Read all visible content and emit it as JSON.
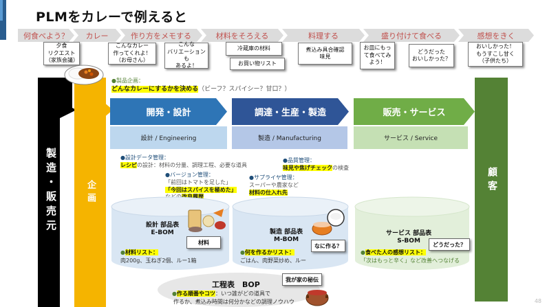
{
  "title": "PLMをカレーで例えると",
  "steps": [
    {
      "label": "何食べよう？",
      "note": "夕食\nリクエスト\n（家族会議）"
    },
    {
      "label": "カレー",
      "note": "こんなカレー\n作ってくれよ！\n（お母さん）"
    },
    {
      "label": "作り方をメモする",
      "note": "こんな\nバリエーションも\nあるよ！"
    },
    {
      "label": "材料をそろえる",
      "note": "冷蔵庫の材料",
      "note2": "お買い物リスト"
    },
    {
      "label": "料理する",
      "note": "煮込み具合確認\n味見"
    },
    {
      "label": "盛り付けて食べる",
      "note": "お皿にもっ\nて食べてみ\nよう！",
      "note2": "どうだった\nおいしかった？"
    },
    {
      "label": "感想をきく",
      "note": "おいしかった！\nもうすこし甘く\n（子供たち）"
    }
  ],
  "side_labels": {
    "manufacturer": "製造・販売元",
    "planning": "企画",
    "customer": "顧客"
  },
  "product_planning": {
    "heading": "●製品企画：",
    "highlight": "どんなカレーにするかを決める",
    "rest": "（ビーフ？スパイシー？甘口？）"
  },
  "phases": [
    {
      "label": "開発・設計",
      "sub": "設計 / Engineering",
      "color": "#2e75b6",
      "sub_color": "#bdd7ee"
    },
    {
      "label": "調達・生産・製造",
      "sub": "製造 / Manufacturing",
      "color": "#2f5597",
      "sub_color": "#b4c7e7"
    },
    {
      "label": "販売・サービス",
      "sub": "サービス / Service",
      "color": "#70ad47",
      "sub_color": "#c5e0b4"
    }
  ],
  "annotations": {
    "design_data": {
      "heading": "●設計データ管理：",
      "highlight": "レシピ",
      "rest": "の設計：材料の分量、調理工程、必要な道具"
    },
    "version": {
      "heading": "●バージョン管理：",
      "line1": "「前回はトマトを足した」",
      "highlight1": "「今回はスパイスを極めた」",
      "line3_pre": "などの",
      "highlight2": "改良履歴"
    },
    "supplier": {
      "heading": "●サプライヤ管理：",
      "line1": "スーパーや農家など",
      "highlight": "材料の仕入れ先"
    },
    "quality": {
      "heading": "●品質管理：",
      "highlight": "味見や焦げチェック",
      "rest": "の検査"
    }
  },
  "boms": {
    "ebom": {
      "title1": "設計 部品表",
      "title2": "E-BOM",
      "callout": "材料",
      "list_label": "材料リスト：",
      "list_text": "肉200g、玉ねぎ2個、ルー1箱"
    },
    "mbom": {
      "title1": "製造 部品表",
      "title2": "M-BOM",
      "callout": "なに作る？",
      "list_label": "何を作るかリスト：",
      "list_text": "ごはん、肉野菜炒め、ルー"
    },
    "sbom": {
      "title1": "サービス 部品表",
      "title2": "S-BOM",
      "callout": "どうだった？",
      "list_label": "食べた人の感想リスト：",
      "list_text": "「次はもっと辛く」など改善へつなげる"
    },
    "bop": {
      "title": "工程表　BOP",
      "callout": "我が家の秘伝",
      "label": "作る順番やコツ",
      "text1": "：いつ誰がどの道具で",
      "text2": "作るか、煮込み時間は何分かなどの調理ノウハウ"
    }
  },
  "page_number": "48",
  "icons": [
    "curry-plate-icon",
    "ingredients-icon",
    "cooking-pot-icon",
    "rice-bowl-icon",
    "serving-plate-icon",
    "clay-pot-icon"
  ]
}
